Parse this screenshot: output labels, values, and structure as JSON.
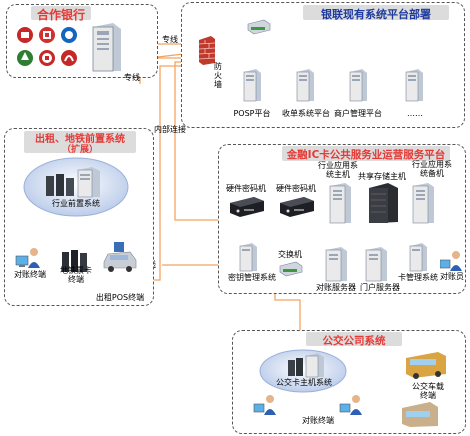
{
  "bank": {
    "title": "合作银行",
    "logos": [
      {
        "name": "bank-of-china-icon",
        "color": "#c62828"
      },
      {
        "name": "icbc-icon",
        "color": "#d32f2f"
      },
      {
        "name": "ccb-icon",
        "color": "#1565c0"
      },
      {
        "name": "abc-icon",
        "color": "#2e7d32"
      },
      {
        "name": "boc-round-icon",
        "color": "#c62828"
      },
      {
        "name": "cmb-icon",
        "color": "#c62828"
      }
    ]
  },
  "unionpay": {
    "title": "银联现有系统平台部署",
    "servers": [
      "POSP平台",
      "收单系统平台",
      "商户管理平台",
      "……"
    ]
  },
  "firewall": "防火墙",
  "links": {
    "dedicated_top": "专线",
    "dedicated_bank": "专线",
    "internal": "内部连接",
    "dedicated_mid": "专线"
  },
  "frontend": {
    "title": "出租、地铁前置系统",
    "title2": "（扩展）",
    "system": "行业前置系统",
    "terminals": [
      "对账终端",
      "地铁票卡终端",
      "出租POS终端"
    ]
  },
  "platform": {
    "title": "金融IC卡公共服务业运营服务平台",
    "hsm1": "硬件密码机",
    "hsm2": "硬件密码机",
    "app_host": "行业应用系统主机",
    "storage": "共享存储主机",
    "app_backup": "行业应用系统备机",
    "switch": "交换机",
    "key_mgmt": "密钥管理系统",
    "recon": "对账服务器",
    "portal": "门户服务器",
    "card_mgmt": "卡管理系统",
    "recon_staff": "对账员"
  },
  "bus": {
    "title": "公交公司系统",
    "host": "公交卡主机系统",
    "onboard": "公交车载终端",
    "recon_term": "对账终端"
  },
  "colors": {
    "red_title": "#e53935",
    "blue_title": "#1e3a9e",
    "bus_line": "#4a6fd8",
    "orange_line": "#f4a460",
    "title_bg": "#dcdcdc"
  }
}
